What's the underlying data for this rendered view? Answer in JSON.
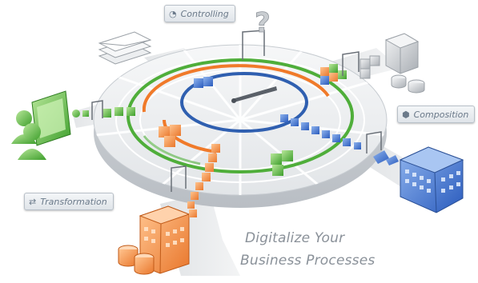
{
  "labels": {
    "controlling": "Controlling",
    "composition": "Composition",
    "transformation": "Transformation"
  },
  "icons": {
    "controlling": "gauge-icon",
    "composition": "cube-icon",
    "transformation": "transform-icon"
  },
  "slogan": {
    "line1": "Digitalize Your",
    "line2": "Business Processes"
  },
  "colors": {
    "orange": "#f07a2a",
    "green": "#4fae3a",
    "blue": "#2f5fb0",
    "platform": "#e8eaec"
  }
}
